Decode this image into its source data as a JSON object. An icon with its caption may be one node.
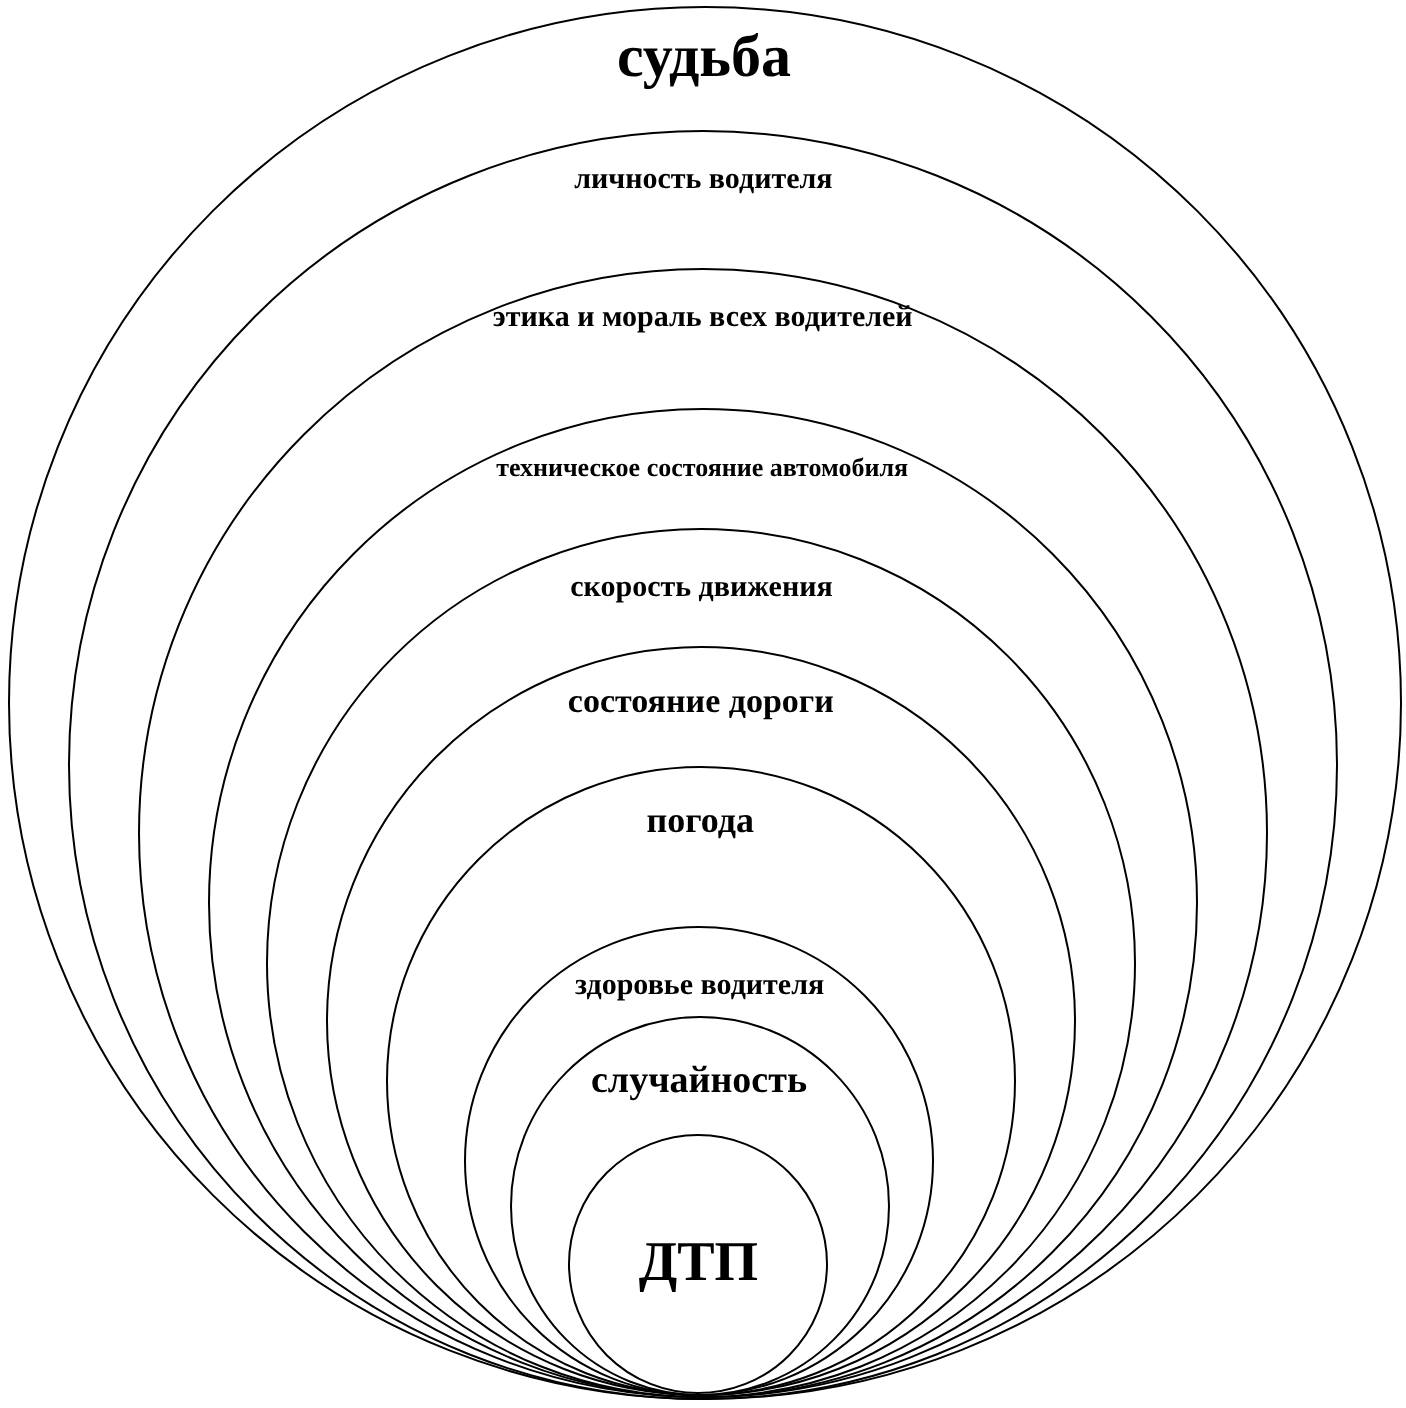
{
  "diagram": {
    "nodes": [
      {
        "text": [
          "судьба"
        ]
      },
      {
        "text": [
          "личность водителя"
        ],
        "in": 0
      },
      {
        "text": [
          "этика и мораль всех водителей"
        ],
        "in": 1
      },
      {
        "text": [
          "техническое состояние автомобиля"
        ],
        "in": 2
      },
      {
        "text": [
          "скорость движения"
        ],
        "in": 3
      },
      {
        "text": [
          "состояние дороги"
        ],
        "in": 4
      },
      {
        "text": [
          "погода"
        ],
        "in": 5
      },
      {
        "text": [
          "здоровье водителя"
        ],
        "in": 6
      },
      {
        "text": [
          "случайность"
        ],
        "in": 7
      },
      {
        "text": [
          "ДТП"
        ],
        "in": 8
      }
    ]
  }
}
